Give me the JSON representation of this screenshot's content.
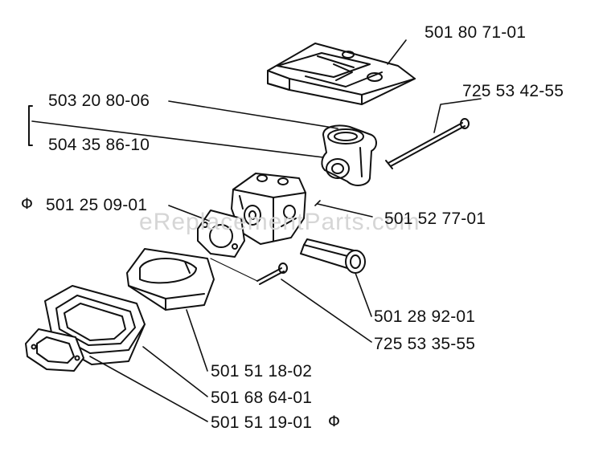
{
  "watermark": "eReplacementParts.com",
  "labels": {
    "air_filter_cover": "501 80 71-01",
    "carb_adapter": "503 20 80-06",
    "gasket_top": "504 35 86-10",
    "screw_long": "725 53 42-55",
    "gasket_mid": "501 25 09-01",
    "carburetor": "501 52 77-01",
    "fuel_filter": "501 28 92-01",
    "screw_short": "725 53 35-55",
    "intake_block": "501 51 18-02",
    "rubber_boot": "501 68 64-01",
    "gasket_bottom": "501 51 19-01"
  },
  "symbols": {
    "phi_left": "Φ",
    "phi_right": "Φ"
  },
  "palette": {
    "ink": "#111111",
    "watermark": "#d6d6d6"
  }
}
